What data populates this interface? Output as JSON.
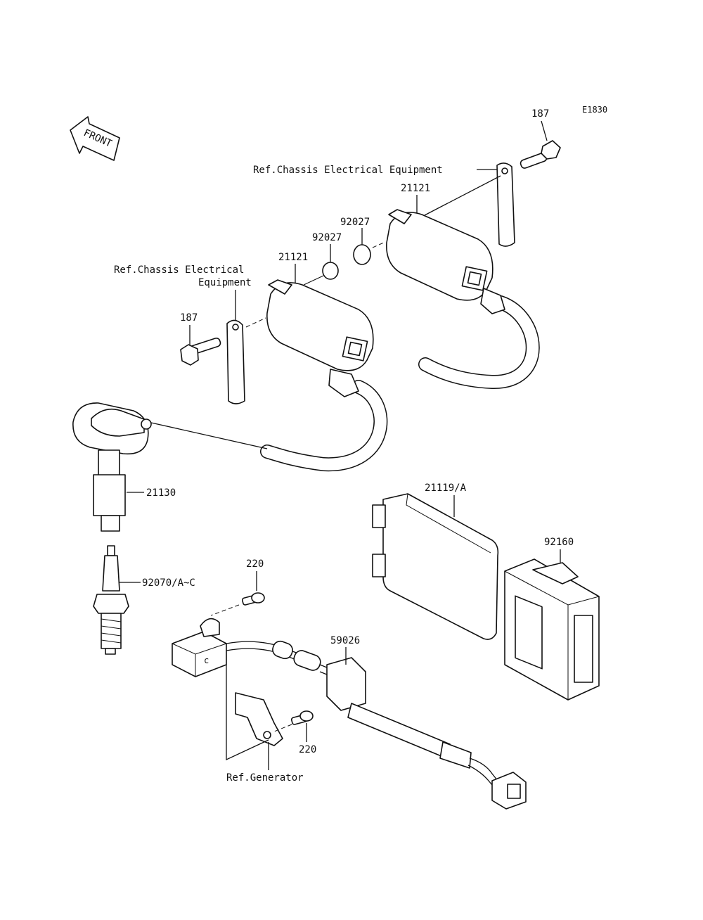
{
  "diagram_code": "E1830",
  "front_label": "FRONT",
  "labels": {
    "bolt_187_top": "187",
    "bolt_187_left": "187",
    "ref_chassis_top": "Ref.Chassis Electrical Equipment",
    "ref_chassis_left_line1": "Ref.Chassis Electrical",
    "ref_chassis_left_line2": "Equipment",
    "coil_21121_right": "21121",
    "coil_21121_left": "21121",
    "spacer_92027_right": "92027",
    "spacer_92027_left": "92027",
    "cap_21130": "21130",
    "plug_92070": "92070/A~C",
    "igniter_21119": "21119/A",
    "case_92160": "92160",
    "screw_220_top": "220",
    "screw_220_bottom": "220",
    "connector_59026": "59026",
    "ref_generator": "Ref.Generator"
  }
}
